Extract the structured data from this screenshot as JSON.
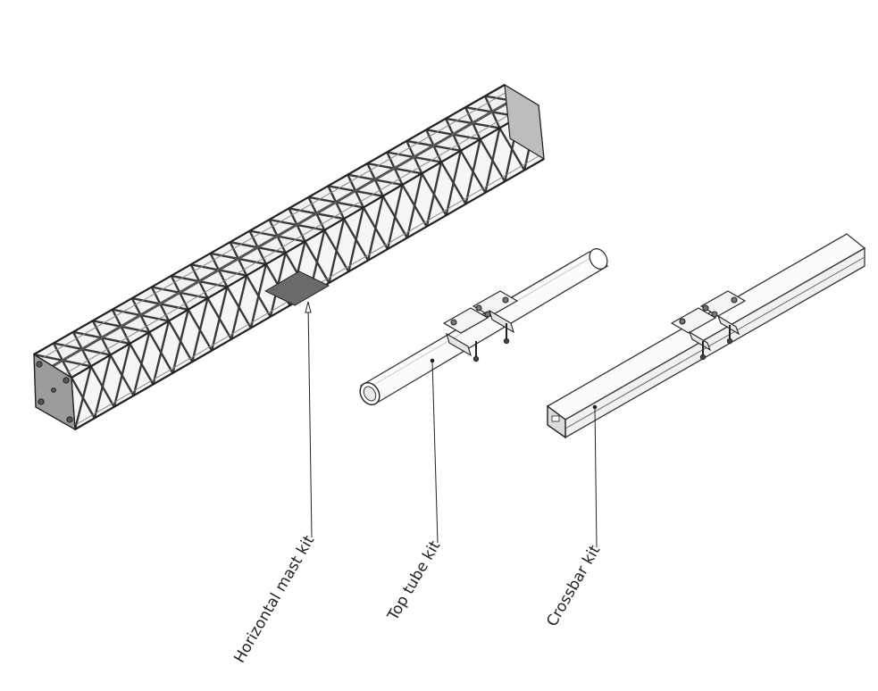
{
  "diagram": {
    "components": [
      {
        "id": "mast",
        "label": "Horizontal mast kit"
      },
      {
        "id": "tube",
        "label": "Top tube kit"
      },
      {
        "id": "crossbar",
        "label": "Crossbar kit"
      }
    ]
  }
}
